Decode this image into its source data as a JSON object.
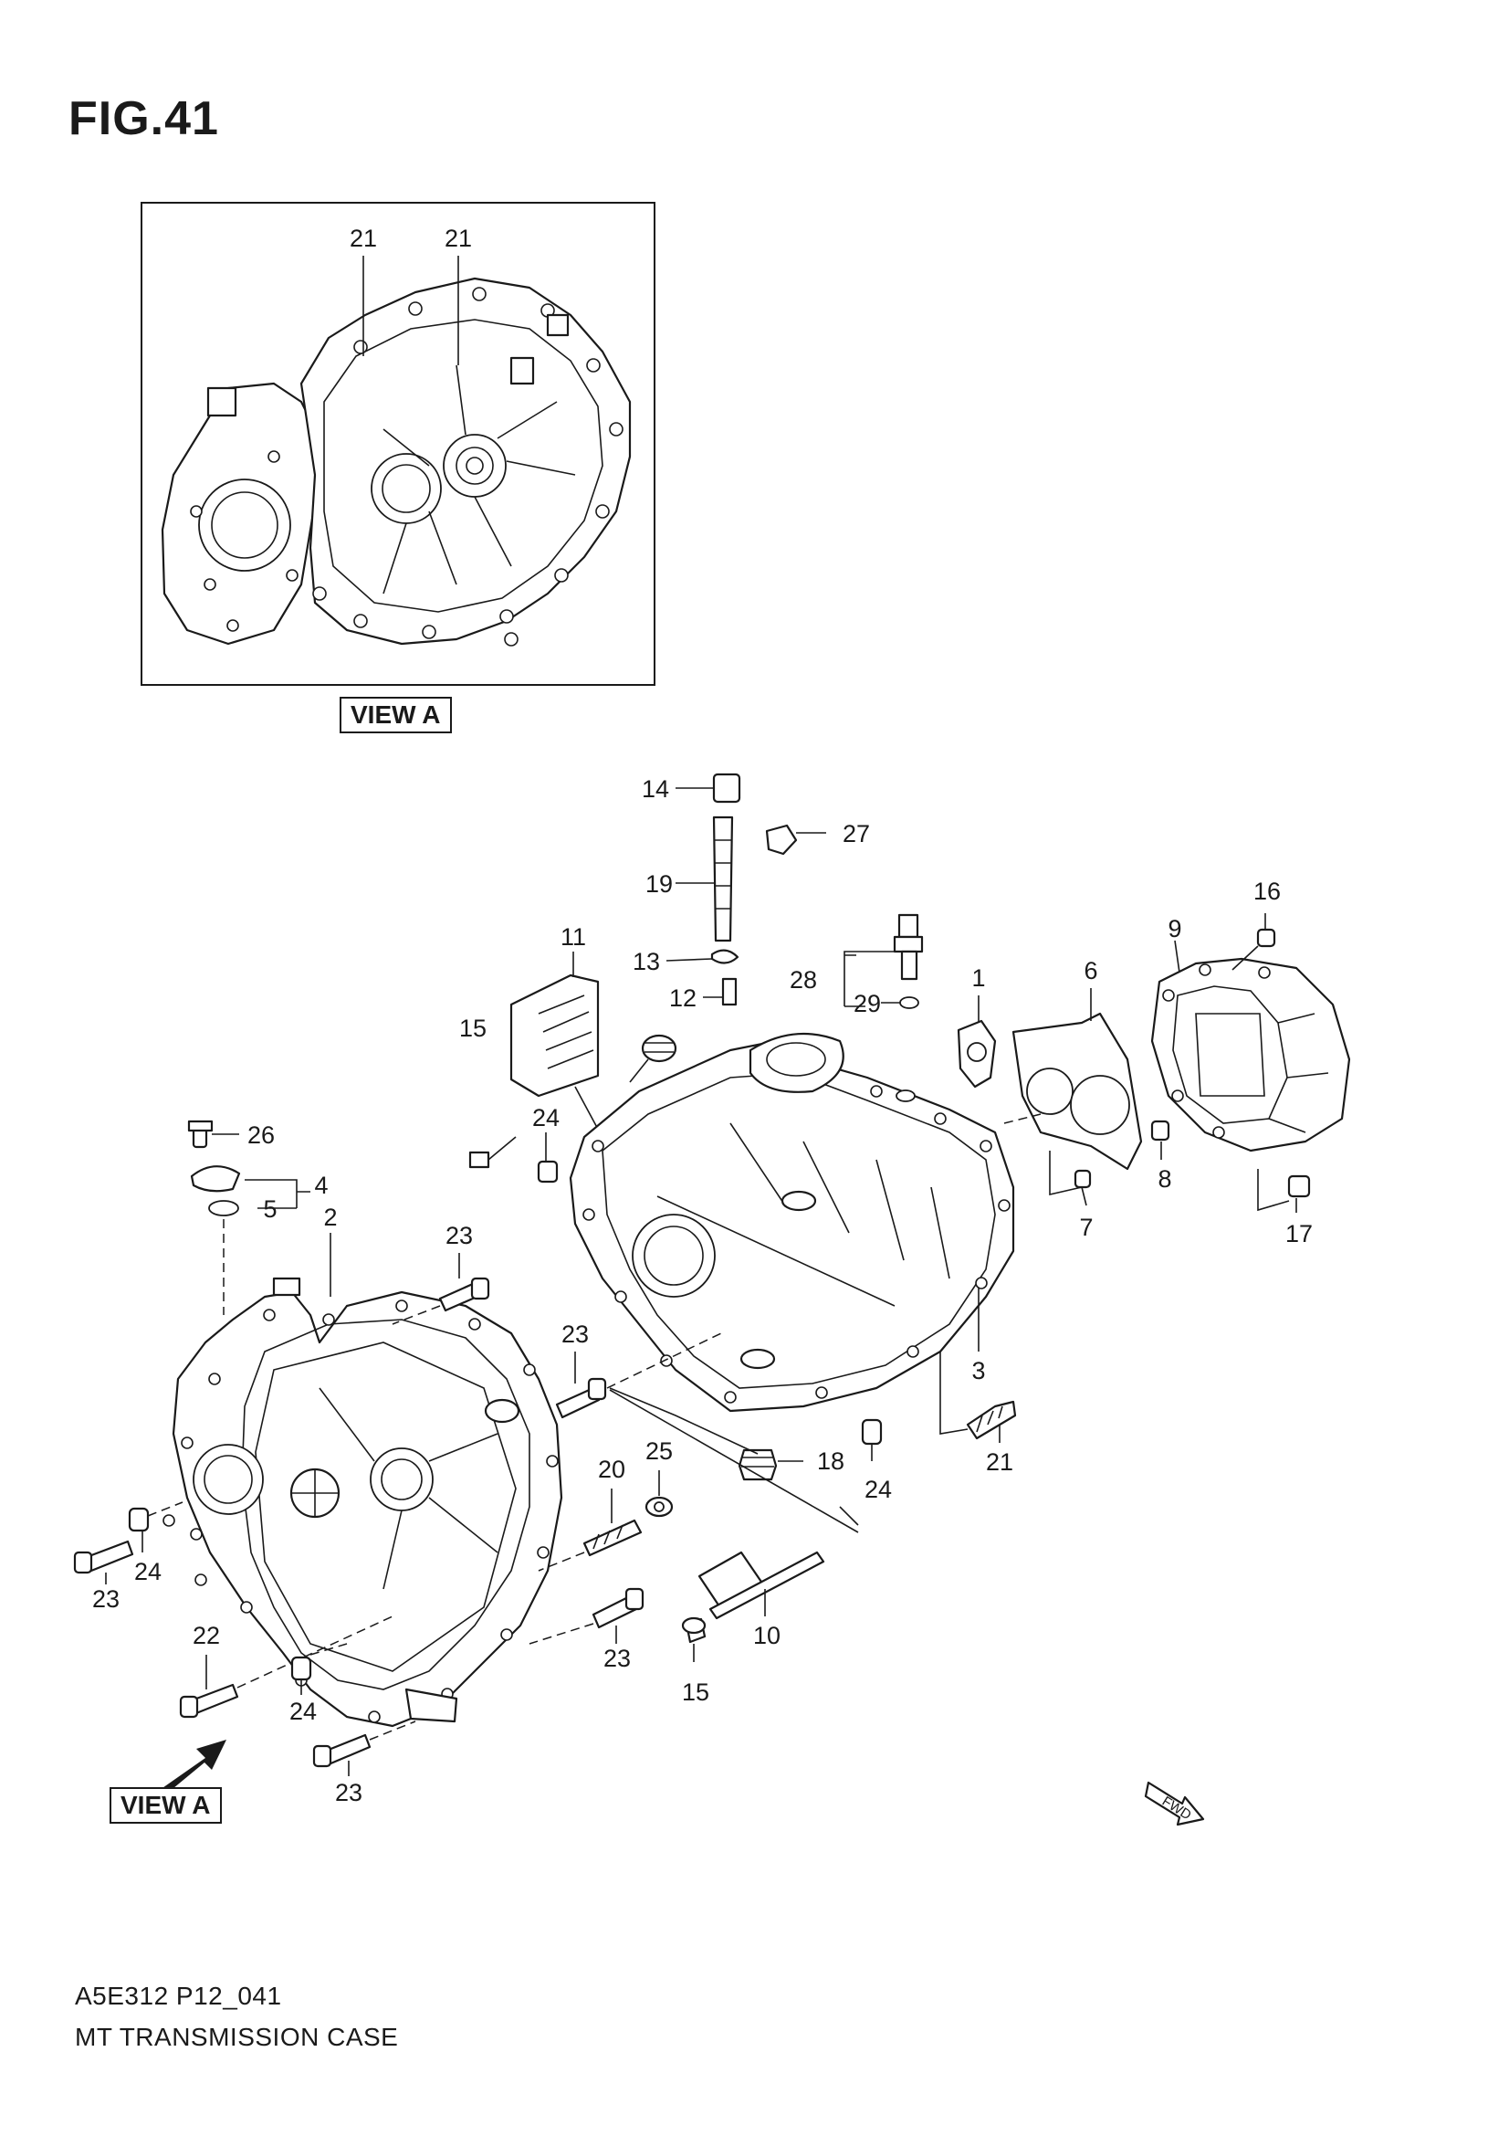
{
  "figure": {
    "title": "FIG.41"
  },
  "view_labels": {
    "inset": "VIEW A",
    "arrow": "VIEW A"
  },
  "fwd_label": "FWD",
  "footer": {
    "code": "A5E312 P12_041",
    "caption": "MT TRANSMISSION CASE"
  },
  "callouts": {
    "inset_21a": "21",
    "inset_21b": "21",
    "c14": "14",
    "c27": "27",
    "c19": "19",
    "c13": "13",
    "c12": "12",
    "c28": "28",
    "c29": "29",
    "c11": "11",
    "c15a": "15",
    "c18a": "18",
    "c24a": "24",
    "c26": "26",
    "c4": "4",
    "c5": "5",
    "c2": "2",
    "c23a": "23",
    "c23b": "23",
    "c1": "1",
    "c6": "6",
    "c9": "9",
    "c16": "16",
    "c8": "8",
    "c7": "7",
    "c17": "17",
    "c3": "3",
    "c21": "21",
    "c18b": "18",
    "c24b": "24",
    "c25": "25",
    "c20": "20",
    "c23c": "23",
    "c24c": "24",
    "c23d": "23",
    "c22": "22",
    "c24d": "24",
    "c10": "10",
    "c15b": "15",
    "c23e": "23"
  }
}
